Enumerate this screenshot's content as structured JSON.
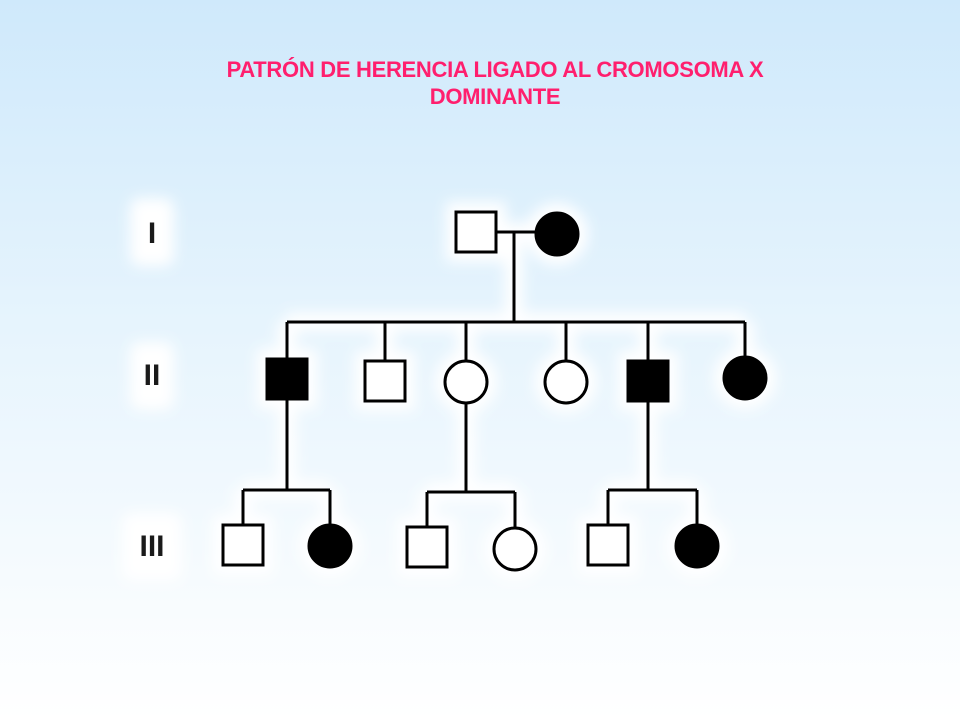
{
  "title": {
    "line1": "PATRÓN DE HERENCIA LIGADO AL CROMOSOMA X",
    "line2": "DOMINANTE"
  },
  "generations": [
    "I",
    "II",
    "III"
  ],
  "colors": {
    "title": "#ff1f6e",
    "affected": "#000000",
    "unaffected": "#ffffff",
    "line": "#000000",
    "halo": "#ffffff"
  },
  "individuals": [
    {
      "id": "I-1",
      "generation": "I",
      "sex": "male",
      "affected": false
    },
    {
      "id": "I-2",
      "generation": "I",
      "sex": "female",
      "affected": true
    },
    {
      "id": "II-1",
      "generation": "II",
      "sex": "male",
      "affected": true
    },
    {
      "id": "II-2",
      "generation": "II",
      "sex": "male",
      "affected": false
    },
    {
      "id": "II-3",
      "generation": "II",
      "sex": "female",
      "affected": false
    },
    {
      "id": "II-4",
      "generation": "II",
      "sex": "female",
      "affected": false
    },
    {
      "id": "II-5",
      "generation": "II",
      "sex": "male",
      "affected": true
    },
    {
      "id": "II-6",
      "generation": "II",
      "sex": "female",
      "affected": true
    },
    {
      "id": "III-1",
      "generation": "III",
      "sex": "male",
      "affected": false
    },
    {
      "id": "III-2",
      "generation": "III",
      "sex": "female",
      "affected": true
    },
    {
      "id": "III-3",
      "generation": "III",
      "sex": "male",
      "affected": false
    },
    {
      "id": "III-4",
      "generation": "III",
      "sex": "female",
      "affected": false
    },
    {
      "id": "III-5",
      "generation": "III",
      "sex": "male",
      "affected": false
    },
    {
      "id": "III-6",
      "generation": "III",
      "sex": "female",
      "affected": true
    }
  ]
}
